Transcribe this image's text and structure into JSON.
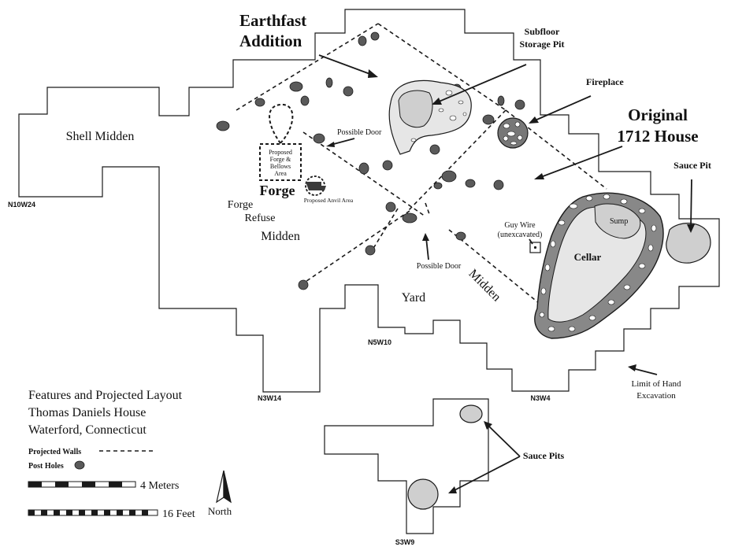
{
  "labels": {
    "earthfast_1": "Earthfast",
    "earthfast_2": "Addition",
    "subfloor_1": "Subfloor",
    "subfloor_2": "Storage Pit",
    "fireplace": "Fireplace",
    "original_1": "Original",
    "original_2": "1712 House",
    "sauce_pit": "Sauce Pit",
    "shell_midden": "Shell Midden",
    "possible_door_1": "Possible Door",
    "proposed_forge_1": "Proposed",
    "proposed_forge_2": "Forge &",
    "proposed_forge_3": "Bellows",
    "proposed_forge_4": "Area",
    "forge": "Forge",
    "proposed_anvil": "Proposed Anvil Area",
    "forge_refuse_1": "Forge",
    "forge_refuse_2": "Refuse",
    "midden_forge": "Midden",
    "guy_wire_1": "Guy Wire",
    "guy_wire_2": "(unexcavated)",
    "sump": "Sump",
    "cellar": "Cellar",
    "possible_door_2": "Possible Door",
    "midden_east": "Midden",
    "yard": "Yard",
    "limit_1": "Limit of Hand",
    "limit_2": "Excavation",
    "sauce_pits": "Sauce Pits"
  },
  "grid_labels": {
    "n10w24": "N10W24",
    "n5w10": "N5W10",
    "n3w14": "N3W14",
    "n3w4": "N3W4",
    "s3w9": "S3W9"
  },
  "legend": {
    "title_1": "Features and Projected Layout",
    "title_2": "Thomas Daniels House",
    "title_3": "Waterford, Connecticut",
    "walls_label": "Projected Walls",
    "posts_label": "Post Holes",
    "scale_m": "4 Meters",
    "scale_ft": "16 Feet",
    "north": "North"
  },
  "colors": {
    "outline": "#1a1a1a",
    "feature_fill": "#cfcfcf",
    "post_fill": "#5a5a5a",
    "stone_fill": "#ffffff"
  }
}
